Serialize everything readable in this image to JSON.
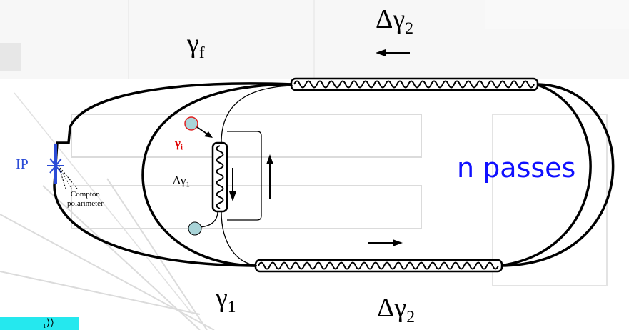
{
  "diagram": {
    "labels": {
      "gamma_f": {
        "symbol": "γ",
        "sub": "f"
      },
      "delta_gamma2_top": {
        "symbol": "Δγ",
        "sub": "2"
      },
      "gamma_1": {
        "symbol": "γ",
        "sub": "1"
      },
      "delta_gamma2_bottom": {
        "symbol": "Δγ",
        "sub": "2"
      },
      "gamma_i": {
        "symbol": "γ",
        "sub": "i"
      },
      "delta_gamma1": {
        "symbol": "Δγ",
        "sub": "1"
      },
      "ip": "IP",
      "compton_line1": "Compton",
      "compton_line2": "polarimeter",
      "n_passes": "n passes"
    },
    "corner_text": "₁⟩⟩",
    "colors": {
      "ring": "#000000",
      "ip_marker": "#2b4bd6",
      "gamma_i": "#e00000",
      "n_passes": "#1010ff",
      "source_dot": "#a9d4d8",
      "corner_box": "#25e8ee"
    }
  }
}
